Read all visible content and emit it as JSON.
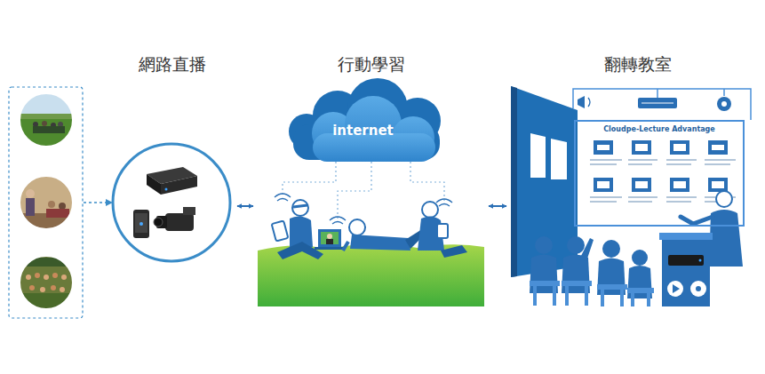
{
  "diagram": {
    "nodes": [
      {
        "text": [
          "網路直播"
        ]
      },
      {
        "text": [
          "行動學習"
        ]
      },
      {
        "text": [
          "internet"
        ],
        "in": 1
      },
      {
        "text": [
          "翻轉教室"
        ]
      },
      {
        "text": [
          "Cloudpe-Lecture Advantage"
        ],
        "in": 3
      }
    ],
    "edges": [
      {
        "from": 0,
        "to": 1,
        "arrow": "both"
      },
      {
        "from": 1,
        "to": 3,
        "arrow": "both"
      }
    ]
  }
}
